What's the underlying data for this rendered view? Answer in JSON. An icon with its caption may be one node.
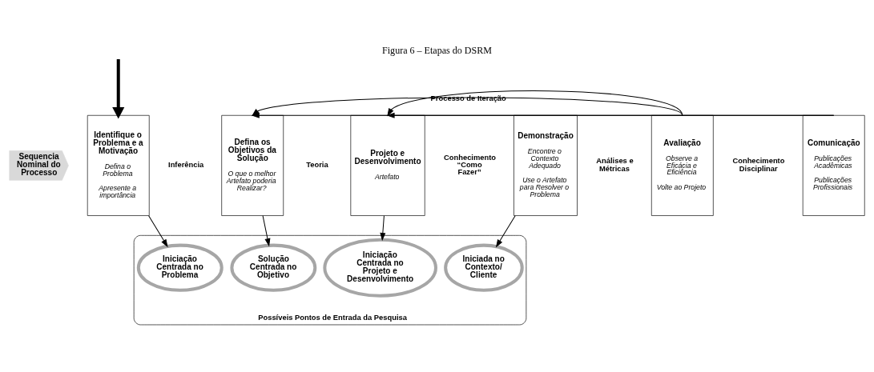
{
  "diagram": {
    "title": "Figura 6 – Etapas do DSRM",
    "nodes": [
      {
        "text": [
          "Sequencia Nominal do Processo"
        ]
      },
      {
        "text": [
          "Identifique o Problema e a Motivação",
          "Defina o Problema",
          "Apresente a importância"
        ]
      },
      {
        "text": [
          "Defina os Objetivos da Solução",
          "O que o melhor Artefato poderia Realizar?"
        ]
      },
      {
        "text": [
          "Projeto e Desenvolvimento",
          "Artefato"
        ]
      },
      {
        "text": [
          "Demonstração",
          "Encontre o Contexto Adequado",
          "Use o Artefato para Resolver o Problema"
        ]
      },
      {
        "text": [
          "Avaliação",
          "Observe a Eficácia e Eficiência",
          "Volte ao Projeto"
        ]
      },
      {
        "text": [
          "Comunicação",
          "Publicações Acadêmicas",
          "Publicações Profissionais"
        ]
      },
      {
        "text": [
          "Possíveis Pontos de Entrada da Pesquisa"
        ]
      },
      {
        "text": [
          "Iniciação Centrada no Problema"
        ],
        "in": 7
      },
      {
        "text": [
          "Solução Centrada no Objetivo"
        ],
        "in": 7
      },
      {
        "text": [
          "Iniciação Centrada no Projeto e Desenvolvimento"
        ],
        "in": 7
      },
      {
        "text": [
          "Iniciada no Contexto/ Cliente"
        ],
        "in": 7
      }
    ],
    "edges": [
      {
        "from": 5,
        "to": 2,
        "arrow": "to",
        "label": "Processo de Iteração"
      },
      {
        "from": 5,
        "to": 3,
        "arrow": "to"
      },
      {
        "from": 6,
        "to": 2,
        "arrow": "to"
      },
      {
        "from": 6,
        "to": 3,
        "arrow": "to"
      },
      {
        "from": null,
        "to": 1,
        "arrow": "to",
        "style": "thick"
      },
      {
        "from": 1,
        "to": 8,
        "arrow": "to"
      },
      {
        "from": 2,
        "to": 9,
        "arrow": "to"
      },
      {
        "from": 3,
        "to": 10,
        "arrow": "to"
      },
      {
        "from": 4,
        "to": 11,
        "arrow": "to"
      }
    ],
    "labels": [
      "Inferência",
      "Teoria",
      "Conhecimento “Como Fazer”",
      "Análises e Métricas",
      "Conhecimento Disciplinar"
    ]
  }
}
